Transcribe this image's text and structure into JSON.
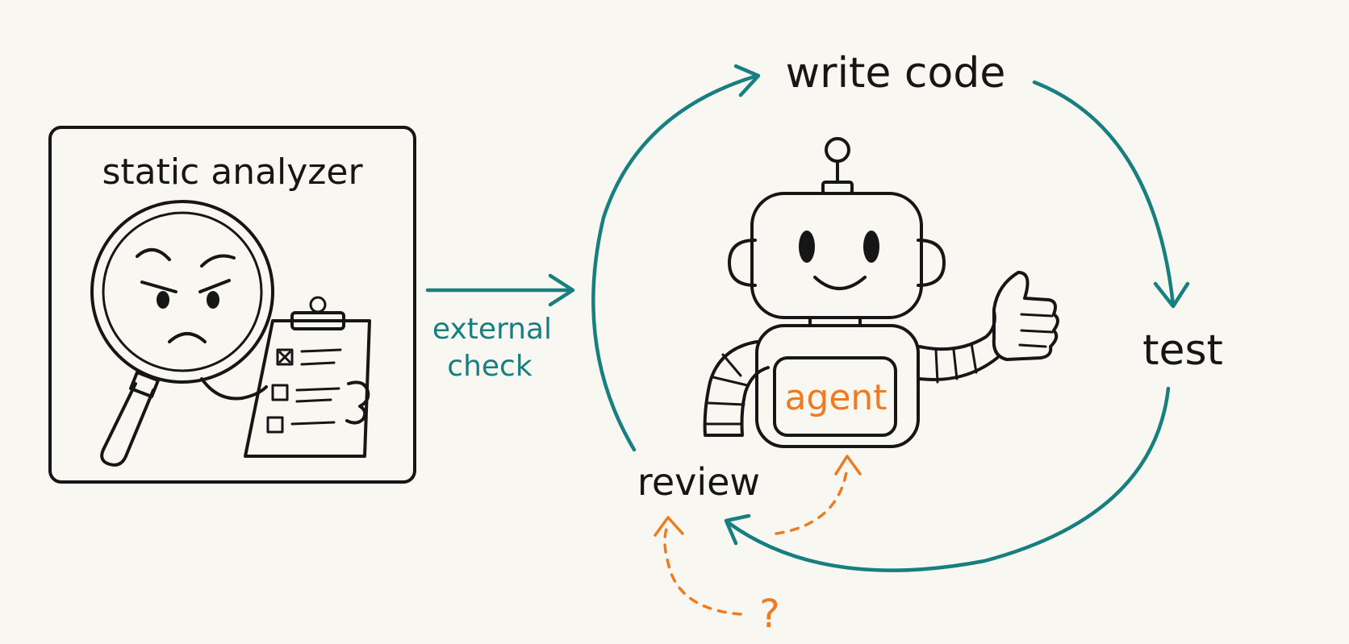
{
  "analyzer": {
    "title": "static analyzer"
  },
  "connector": {
    "label_line1": "external",
    "label_line2": "check"
  },
  "loop": {
    "steps": [
      "write code",
      "test",
      "review"
    ],
    "agent_label": "agent",
    "question_mark": "?"
  },
  "colors": {
    "ink": "#161616",
    "teal": "#177f80",
    "orange": "#ef7a1f",
    "background": "#f8f7f2"
  }
}
